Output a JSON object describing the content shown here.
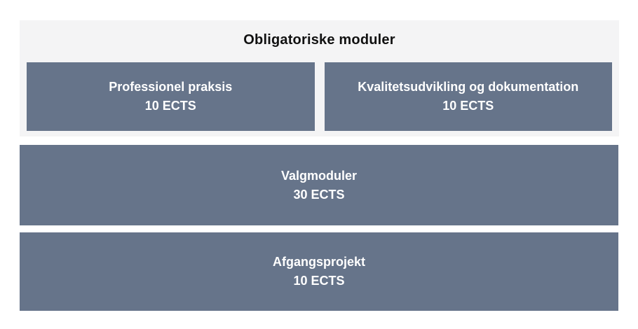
{
  "colors": {
    "page_background": "#ffffff",
    "section_background": "#f4f4f5",
    "module_box_background": "#66748a",
    "module_box_text": "#ffffff",
    "section_title_text": "#111111"
  },
  "diagram": {
    "mandatory_section": {
      "title": "Obligatoriske moduler",
      "modules": [
        {
          "name": "Professionel praksis",
          "ects": "10 ECTS"
        },
        {
          "name": "Kvalitetsudvikling og dokumentation",
          "ects": "10 ECTS"
        }
      ]
    },
    "elective_module": {
      "name": "Valgmoduler",
      "ects": "30 ECTS"
    },
    "final_project": {
      "name": "Afgangsprojekt",
      "ects": "10 ECTS"
    }
  }
}
